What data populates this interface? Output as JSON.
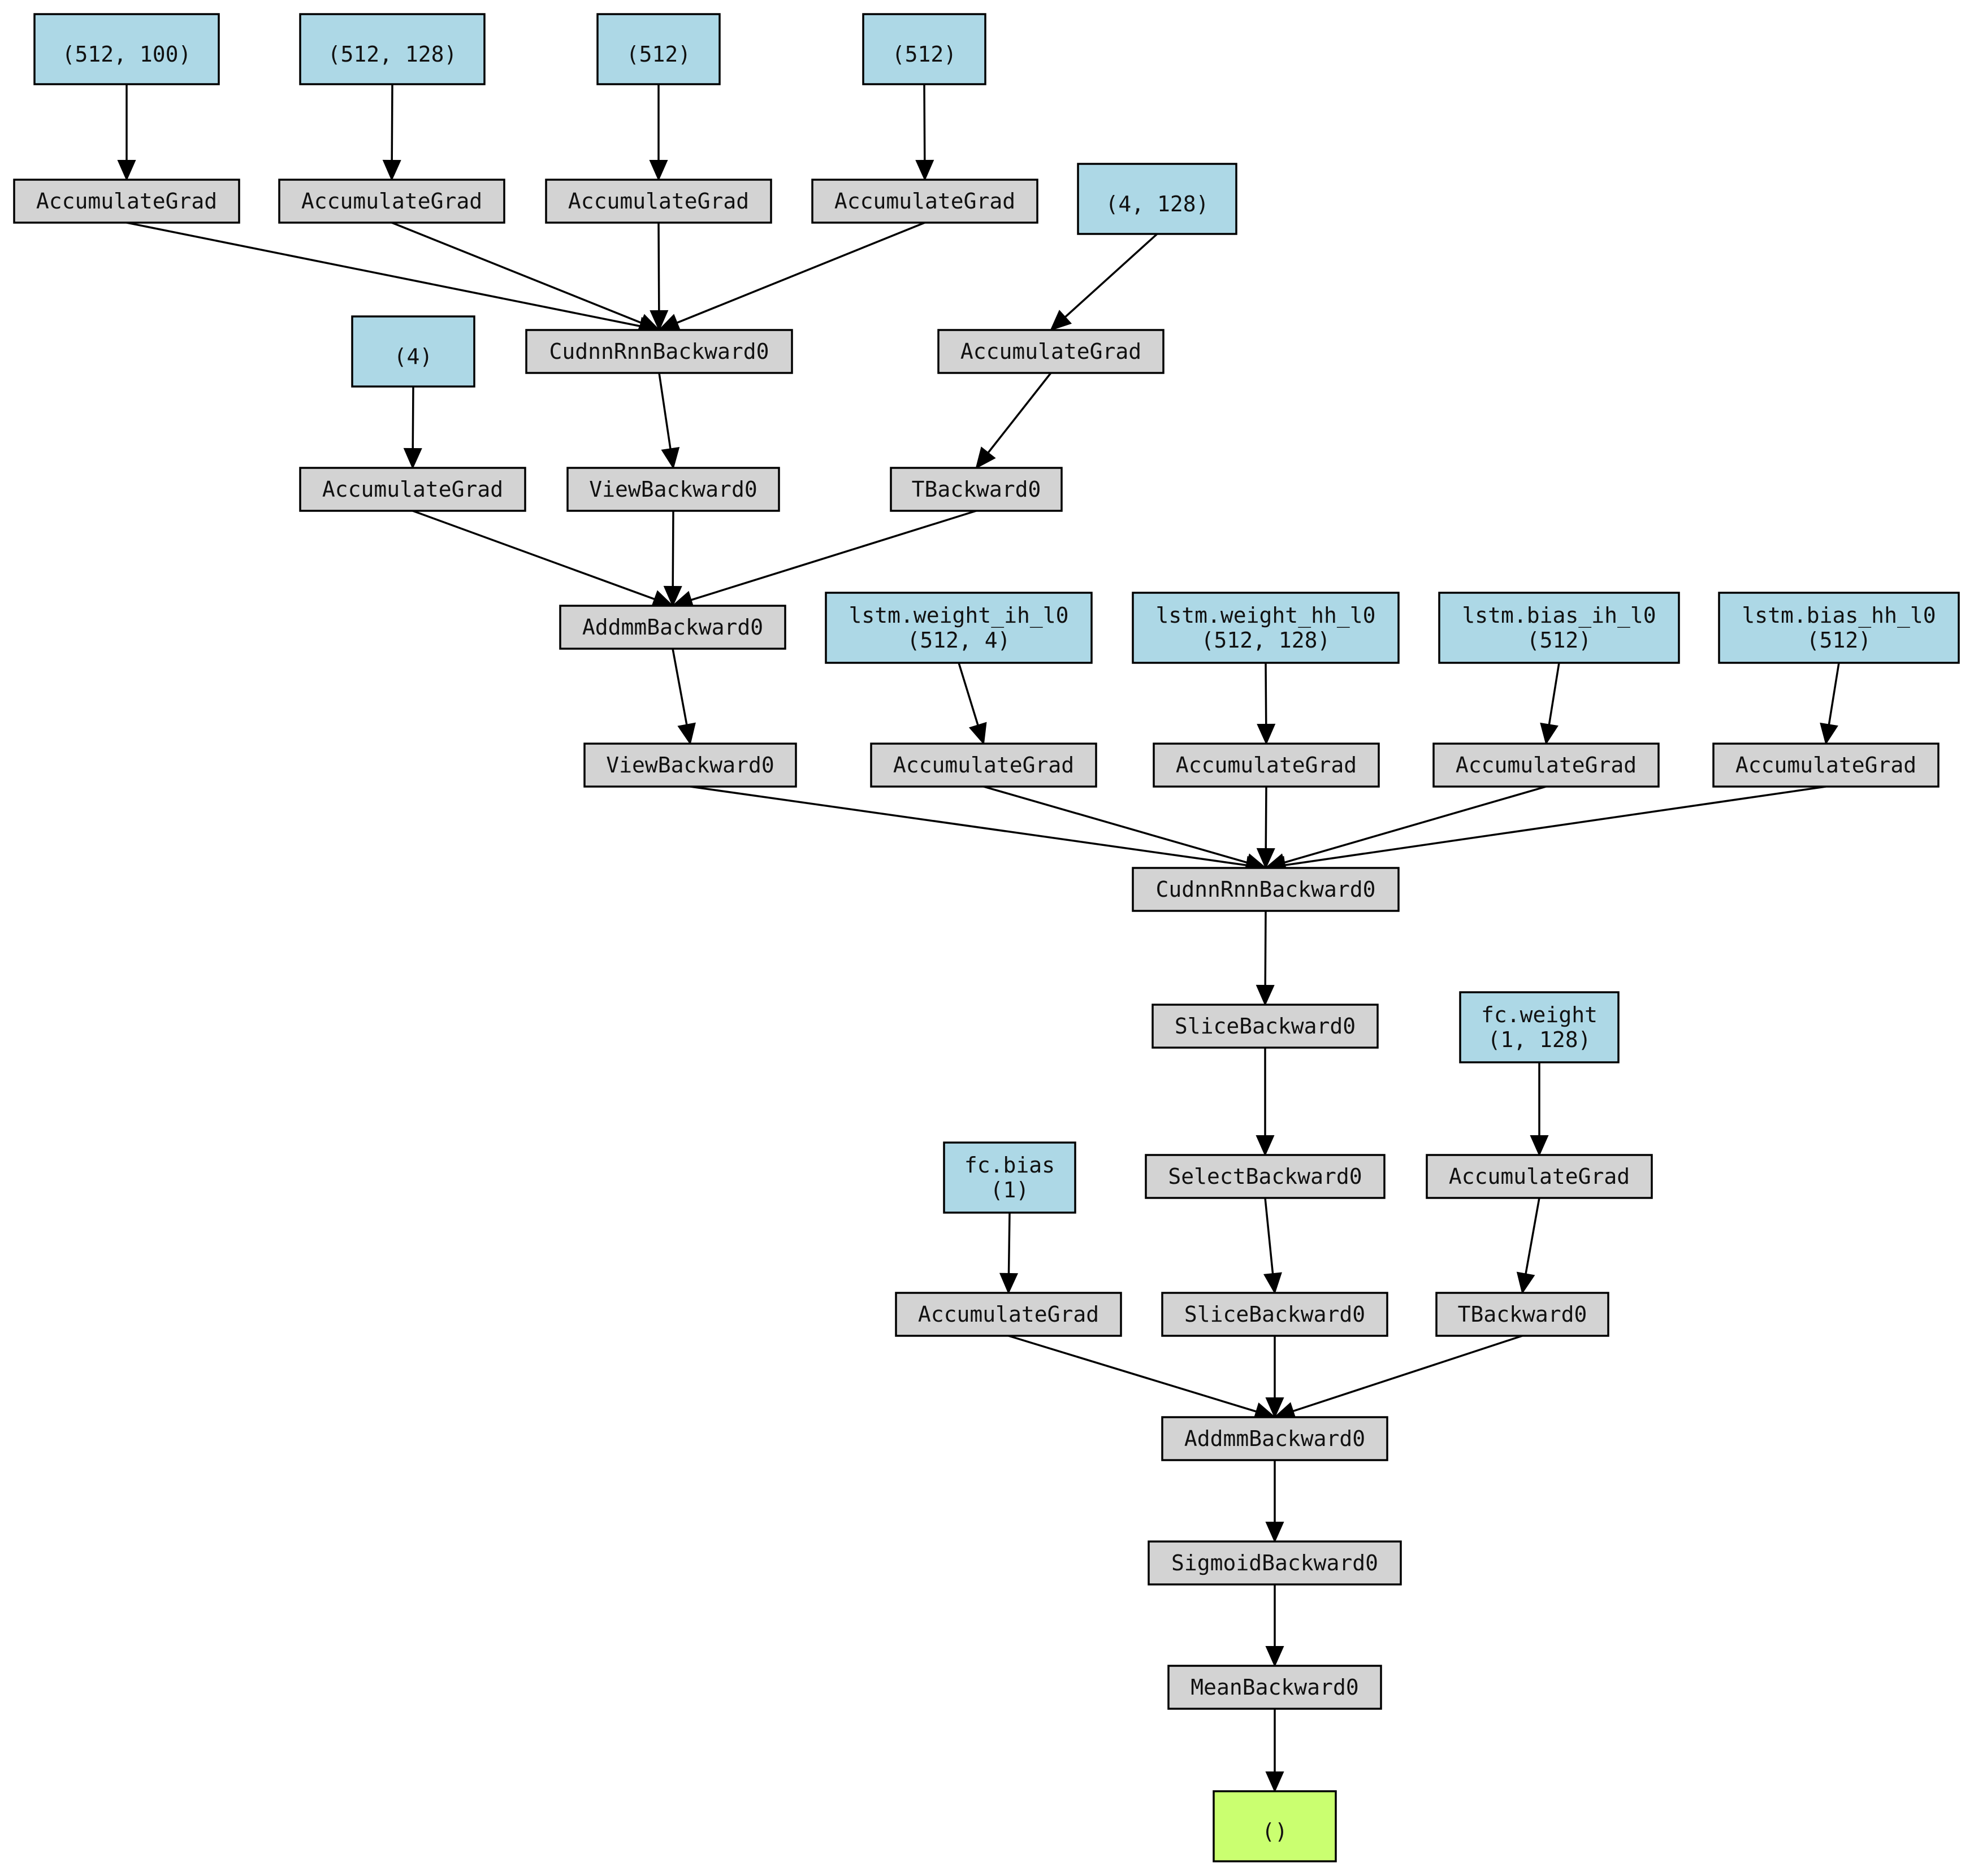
{
  "colors": {
    "param": "#add8e6",
    "op": "#d3d3d3",
    "output": "#caff70",
    "edge": "#000000"
  },
  "nodes": {
    "p_512_100": {
      "kind": "param",
      "lines": [
        "(512, 100)"
      ]
    },
    "p_512_128": {
      "kind": "param",
      "lines": [
        "(512, 128)"
      ]
    },
    "p_512_a": {
      "kind": "param",
      "lines": [
        "(512)"
      ]
    },
    "p_512_b": {
      "kind": "param",
      "lines": [
        "(512)"
      ]
    },
    "p_4_128": {
      "kind": "param",
      "lines": [
        "(4, 128)"
      ]
    },
    "p_4": {
      "kind": "param",
      "lines": [
        "(4)"
      ]
    },
    "ag1": {
      "kind": "op",
      "lines": [
        "AccumulateGrad"
      ]
    },
    "ag2": {
      "kind": "op",
      "lines": [
        "AccumulateGrad"
      ]
    },
    "ag3": {
      "kind": "op",
      "lines": [
        "AccumulateGrad"
      ]
    },
    "ag4": {
      "kind": "op",
      "lines": [
        "AccumulateGrad"
      ]
    },
    "ag5": {
      "kind": "op",
      "lines": [
        "AccumulateGrad"
      ]
    },
    "ag6": {
      "kind": "op",
      "lines": [
        "AccumulateGrad"
      ]
    },
    "cudnn1": {
      "kind": "op",
      "lines": [
        "CudnnRnnBackward0"
      ]
    },
    "view1": {
      "kind": "op",
      "lines": [
        "ViewBackward0"
      ]
    },
    "tback1": {
      "kind": "op",
      "lines": [
        "TBackward0"
      ]
    },
    "addmm1": {
      "kind": "op",
      "lines": [
        "AddmmBackward0"
      ]
    },
    "view2": {
      "kind": "op",
      "lines": [
        "ViewBackward0"
      ]
    },
    "p_w_ih": {
      "kind": "param",
      "lines": [
        "lstm.weight_ih_l0",
        "(512, 4)"
      ]
    },
    "p_w_hh": {
      "kind": "param",
      "lines": [
        "lstm.weight_hh_l0",
        "(512, 128)"
      ]
    },
    "p_b_ih": {
      "kind": "param",
      "lines": [
        "lstm.bias_ih_l0",
        "(512)"
      ]
    },
    "p_b_hh": {
      "kind": "param",
      "lines": [
        "lstm.bias_hh_l0",
        "(512)"
      ]
    },
    "ag7": {
      "kind": "op",
      "lines": [
        "AccumulateGrad"
      ]
    },
    "ag8": {
      "kind": "op",
      "lines": [
        "AccumulateGrad"
      ]
    },
    "ag9": {
      "kind": "op",
      "lines": [
        "AccumulateGrad"
      ]
    },
    "ag10": {
      "kind": "op",
      "lines": [
        "AccumulateGrad"
      ]
    },
    "cudnn2": {
      "kind": "op",
      "lines": [
        "CudnnRnnBackward0"
      ]
    },
    "slice1": {
      "kind": "op",
      "lines": [
        "SliceBackward0"
      ]
    },
    "p_fc_w": {
      "kind": "param",
      "lines": [
        "fc.weight",
        "(1, 128)"
      ]
    },
    "p_fc_b": {
      "kind": "param",
      "lines": [
        "fc.bias",
        "(1)"
      ]
    },
    "select1": {
      "kind": "op",
      "lines": [
        "SelectBackward0"
      ]
    },
    "ag11": {
      "kind": "op",
      "lines": [
        "AccumulateGrad"
      ]
    },
    "ag12": {
      "kind": "op",
      "lines": [
        "AccumulateGrad"
      ]
    },
    "slice2": {
      "kind": "op",
      "lines": [
        "SliceBackward0"
      ]
    },
    "tback2": {
      "kind": "op",
      "lines": [
        "TBackward0"
      ]
    },
    "addmm2": {
      "kind": "op",
      "lines": [
        "AddmmBackward0"
      ]
    },
    "sigmoid": {
      "kind": "op",
      "lines": [
        "SigmoidBackward0"
      ]
    },
    "mean": {
      "kind": "op",
      "lines": [
        "MeanBackward0"
      ]
    },
    "out": {
      "kind": "output",
      "lines": [
        "()"
      ]
    }
  },
  "edges": [
    [
      "p_512_100",
      "ag1"
    ],
    [
      "p_512_128",
      "ag2"
    ],
    [
      "p_512_a",
      "ag3"
    ],
    [
      "p_512_b",
      "ag4"
    ],
    [
      "ag1",
      "cudnn1"
    ],
    [
      "ag2",
      "cudnn1"
    ],
    [
      "ag3",
      "cudnn1"
    ],
    [
      "ag4",
      "cudnn1"
    ],
    [
      "p_4_128",
      "ag5"
    ],
    [
      "p_4",
      "ag6"
    ],
    [
      "cudnn1",
      "view1"
    ],
    [
      "ag5",
      "tback1"
    ],
    [
      "ag6",
      "addmm1"
    ],
    [
      "view1",
      "addmm1"
    ],
    [
      "tback1",
      "addmm1"
    ],
    [
      "addmm1",
      "view2"
    ],
    [
      "p_w_ih",
      "ag7"
    ],
    [
      "p_w_hh",
      "ag8"
    ],
    [
      "p_b_ih",
      "ag9"
    ],
    [
      "p_b_hh",
      "ag10"
    ],
    [
      "view2",
      "cudnn2"
    ],
    [
      "ag7",
      "cudnn2"
    ],
    [
      "ag8",
      "cudnn2"
    ],
    [
      "ag9",
      "cudnn2"
    ],
    [
      "ag10",
      "cudnn2"
    ],
    [
      "cudnn2",
      "slice1"
    ],
    [
      "slice1",
      "select1"
    ],
    [
      "p_fc_w",
      "ag12"
    ],
    [
      "p_fc_b",
      "ag11"
    ],
    [
      "select1",
      "slice2"
    ],
    [
      "ag12",
      "tback2"
    ],
    [
      "ag11",
      "addmm2"
    ],
    [
      "slice2",
      "addmm2"
    ],
    [
      "tback2",
      "addmm2"
    ],
    [
      "addmm2",
      "sigmoid"
    ],
    [
      "sigmoid",
      "mean"
    ],
    [
      "mean",
      "out"
    ]
  ]
}
